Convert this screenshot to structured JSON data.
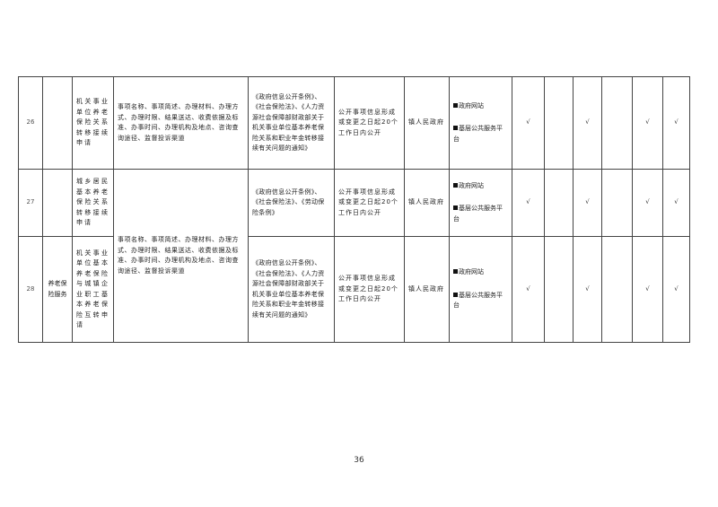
{
  "table": {
    "rows": [
      {
        "no": "26",
        "item": "机关事业单位养老保险关系转移接续申请",
        "content": "事项名称、事项简述、办理材料、办理方式、办理时限、结果送达、收费依据及标准、办事时间、办理机构及地点、咨询查询途径、监督投诉渠道",
        "basis": "《政府信息公开条例》、《社会保险法》、《人力资源社会保障部财政部关于机关事业单位基本养老保险关系和职业年金转移接续有关问题的通知》",
        "timing": "公开事项信息形成或变更之日起20个工作日内公开",
        "subject": "镇人民政府",
        "channel1": "政府网站",
        "channel2": "基层公共服务平台",
        "marks": [
          "√",
          "",
          "√",
          "",
          "√",
          "√"
        ]
      },
      {
        "no": "27",
        "item": "城乡居民基本养老保险关系转移接续申请",
        "content": "事项名称、事项简述、办理材料、办理方式、办理时限、结果送达、收费依据及标准、办事时间、办理机构及地点、咨询查询途径、监督投诉渠道",
        "basis": "《政府信息公开条例》、《社会保险法》、《劳动保险条例》",
        "timing": "公开事项信息形成或变更之日起20个工作日内公开",
        "subject": "镇人民政府",
        "channel1": "政府网站",
        "channel2": "基层公共服务平台",
        "marks": [
          "√",
          "",
          "√",
          "",
          "√",
          "√"
        ]
      },
      {
        "no": "28",
        "item": "机关事业单位基本养老保险与城镇企业职工基本养老保险互转申请",
        "basis": "《政府信息公开条例》、《社会保险法》、《人力资源社会保障部财政部关于机关事业单位基本养老保险关系和职业年金转移接续有关问题的通知》",
        "timing": "公开事项信息形成或变更之日起20个工作日内公开",
        "subject": "镇人民政府",
        "channel1": "政府网站",
        "channel2": "基层公共服务平台",
        "marks": [
          "√",
          "",
          "√",
          "",
          "√",
          "√"
        ]
      }
    ],
    "category": "养老保险服务"
  },
  "page_number": "36"
}
